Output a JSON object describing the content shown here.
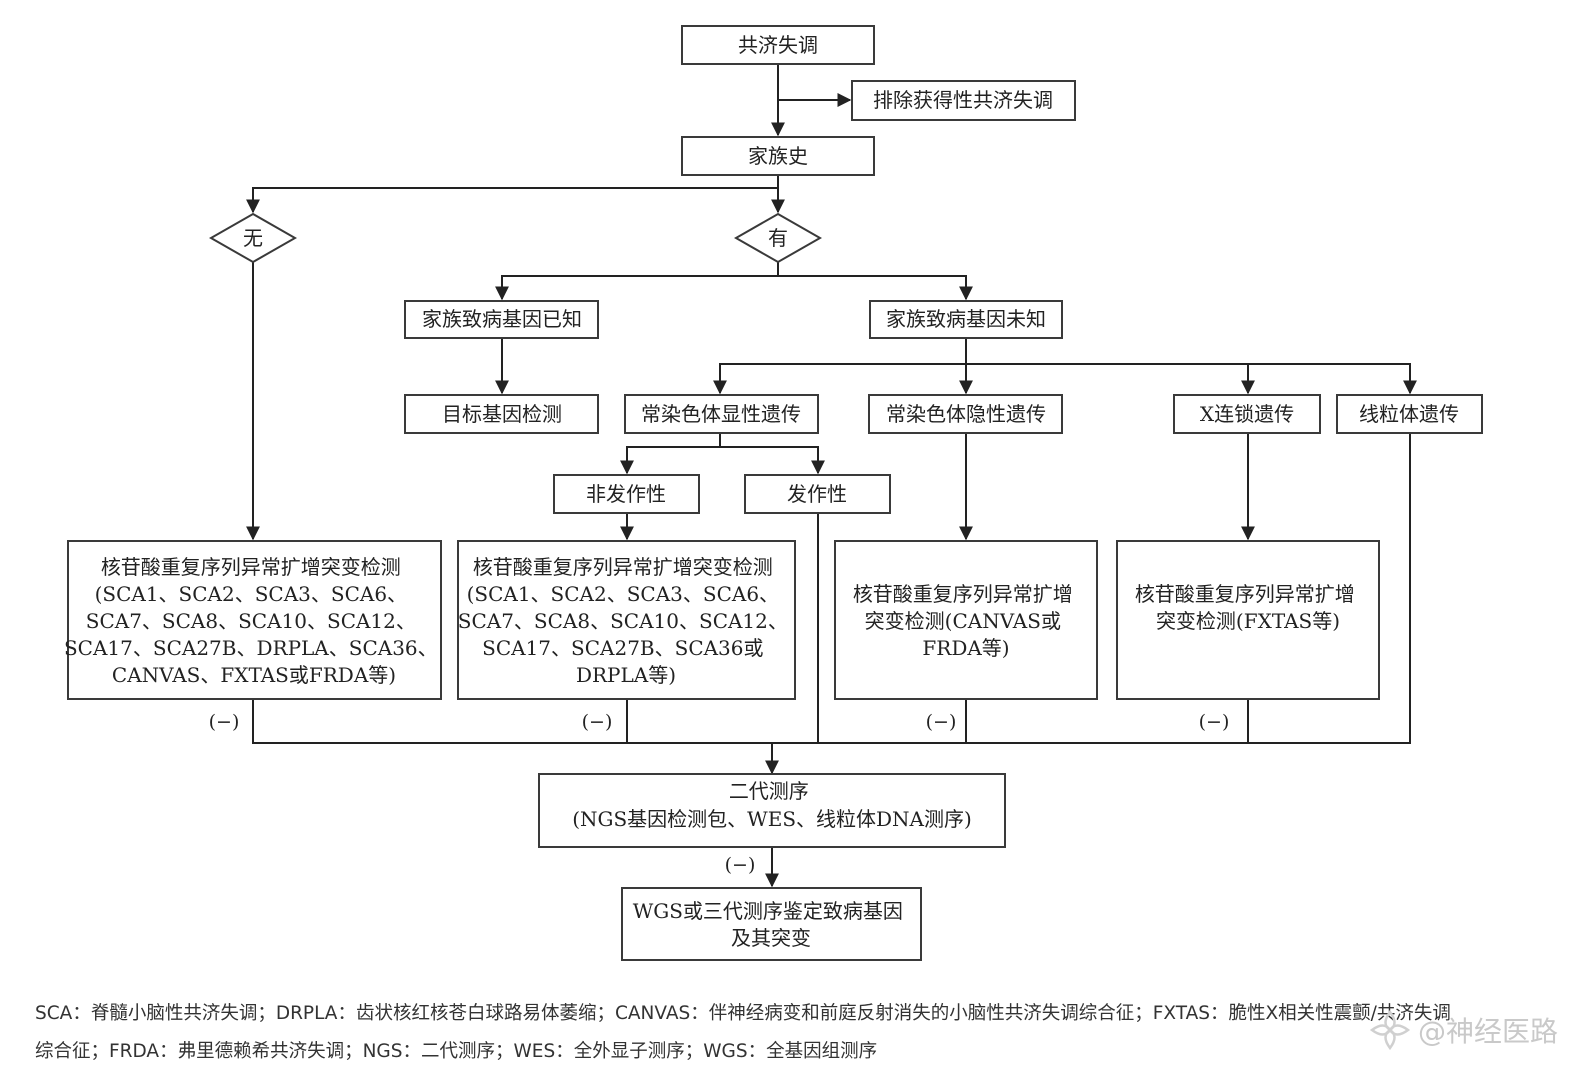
{
  "nodes": {
    "ataxia": "共济失调",
    "exclude_acquired": "排除获得性共济失调",
    "family_history": "家族史",
    "no": "无",
    "yes": "有",
    "gene_known": "家族致病基因已知",
    "gene_unknown": "家族致病基因未知",
    "target_gene_test": "目标基因检测",
    "autosomal_dominant": "常染色体显性遗传",
    "autosomal_recessive": "常染色体隐性遗传",
    "x_linked": "X连锁遗传",
    "mitochondrial": "线粒体遗传",
    "non_episodic": "非发作性",
    "episodic": "发作性",
    "repeat_test_1": [
      "核苷酸重复序列异常扩增突变检测",
      "(SCA1、SCA2、SCA3、SCA6、",
      "SCA7、SCA8、SCA10、SCA12、",
      "SCA17、SCA27B、DRPLA、SCA36、",
      "CANVAS、FXTAS或FRDA等)"
    ],
    "repeat_test_2": [
      "核苷酸重复序列异常扩增突变检测",
      "(SCA1、SCA2、SCA3、SCA6、",
      "SCA7、SCA8、SCA10、SCA12、",
      "SCA17、SCA27B、SCA36或",
      "DRPLA等)"
    ],
    "repeat_test_3": [
      "核苷酸重复序列异常扩增",
      "突变检测(CANVAS或",
      "FRDA等)"
    ],
    "repeat_test_4": [
      "核苷酸重复序列异常扩增",
      "突变检测(FXTAS等)"
    ],
    "ngs": [
      "二代测序",
      "(NGS基因检测包、WES、线粒体DNA测序)"
    ],
    "wgs": [
      "WGS或三代测序鉴定致病基因",
      "及其突变"
    ]
  },
  "negative_label": "(−)",
  "footnote": {
    "line1": "SCA：脊髓小脑性共济失调；DRPLA：齿状核红核苍白球路易体萎缩；CANVAS：伴神经病变和前庭反射消失的小脑性共济失调综合征；FXTAS：脆性X相关性震颤/共济失调",
    "line2": "综合征；FRDA：弗里德赖希共济失调；NGS：二代测序；WES：全外显子测序；WGS：全基因组测序"
  },
  "watermark": "@神经医路"
}
